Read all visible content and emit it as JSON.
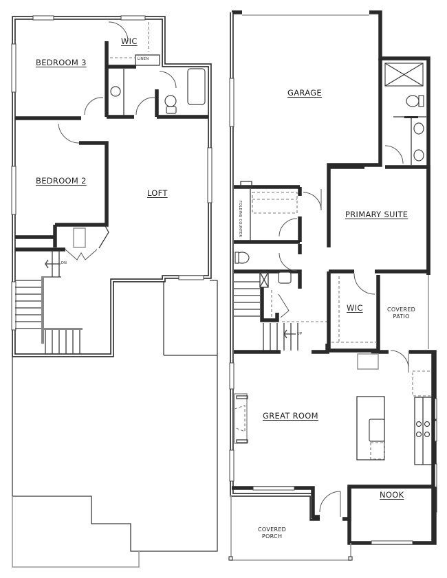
{
  "plan": {
    "upper_floor": {
      "rooms": [
        {
          "id": "bedroom3",
          "label": "BEDROOM 3"
        },
        {
          "id": "wic_upper",
          "label": "WIC"
        },
        {
          "id": "linen",
          "label": "LINEN"
        },
        {
          "id": "bedroom2",
          "label": "BEDROOM 2"
        },
        {
          "id": "loft",
          "label": "LOFT"
        }
      ],
      "stair_label": "DN"
    },
    "main_floor": {
      "rooms": [
        {
          "id": "garage",
          "label": "GARAGE"
        },
        {
          "id": "folding_counter",
          "label": "FOLDING COUNTER"
        },
        {
          "id": "primary_suite",
          "label": "PRIMARY SUITE"
        },
        {
          "id": "wic_main",
          "label": "WIC"
        },
        {
          "id": "covered_patio",
          "label": "COVERED PATIO"
        },
        {
          "id": "great_room",
          "label": "GREAT ROOM"
        },
        {
          "id": "nook",
          "label": "NOOK"
        },
        {
          "id": "covered_porch",
          "label": "COVERED PORCH"
        }
      ],
      "stair_label": "UP"
    }
  },
  "labels": {
    "bedroom3": "BEDROOM 3",
    "wic_upper": "WIC",
    "linen": "LINEN",
    "bedroom2": "BEDROOM 2",
    "loft": "LOFT",
    "dn": "DN",
    "garage": "GARAGE",
    "folding_counter": "FOLDING COUNTER",
    "primary_suite": "PRIMARY SUITE",
    "wic_main": "WIC",
    "covered_patio_1": "COVERED",
    "covered_patio_2": "PATIO",
    "great_room": "GREAT ROOM",
    "nook": "NOOK",
    "covered_porch_1": "COVERED",
    "covered_porch_2": "PORCH",
    "up": "UP"
  },
  "colors": {
    "wall": "#2a2a2a",
    "background": "#ffffff",
    "roofline": "#9a9a9a"
  }
}
